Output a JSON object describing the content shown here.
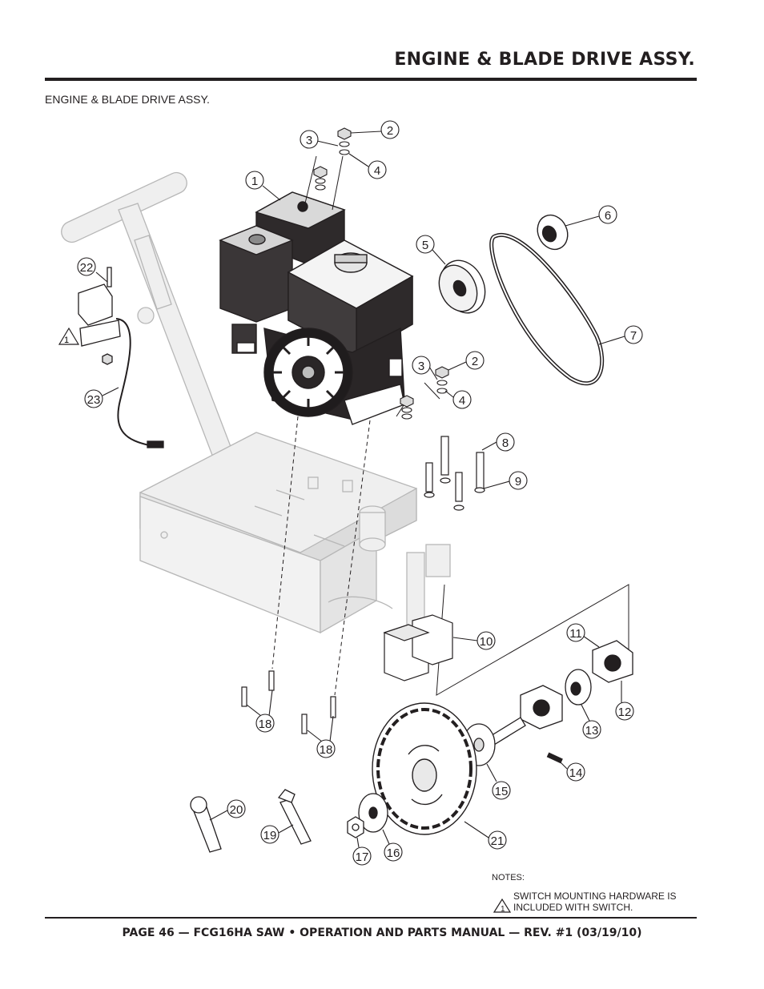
{
  "header": {
    "title": "ENGINE & BLADE DRIVE ASSY.",
    "subtitle": "ENGINE & BLADE DRIVE ASSY."
  },
  "callouts": [
    {
      "label": "1"
    },
    {
      "label": "2"
    },
    {
      "label": "3"
    },
    {
      "label": "4"
    },
    {
      "label": "2"
    },
    {
      "label": "3"
    },
    {
      "label": "4"
    },
    {
      "label": "5"
    },
    {
      "label": "6"
    },
    {
      "label": "7"
    },
    {
      "label": "8"
    },
    {
      "label": "9"
    },
    {
      "label": "10"
    },
    {
      "label": "11"
    },
    {
      "label": "12"
    },
    {
      "label": "13"
    },
    {
      "label": "14"
    },
    {
      "label": "15"
    },
    {
      "label": "16"
    },
    {
      "label": "17"
    },
    {
      "label": "18"
    },
    {
      "label": "18"
    },
    {
      "label": "19"
    },
    {
      "label": "20"
    },
    {
      "label": "21"
    },
    {
      "label": "22"
    },
    {
      "label": "23"
    }
  ],
  "warning_symbol": {
    "label": "1"
  },
  "notes": {
    "title": "NOTES:",
    "note_symbol": "1",
    "text": "SWITCH MOUNTING HARDWARE IS INCLUDED WITH SWITCH."
  },
  "footer": {
    "text": "PAGE 46 — FCG16HA SAW  •  OPERATION AND PARTS MANUAL — REV. #1  (03/19/10)"
  },
  "colors": {
    "ink": "#231f20",
    "ghost": "#b7b7b7",
    "ghost_fill": "#efefef"
  }
}
